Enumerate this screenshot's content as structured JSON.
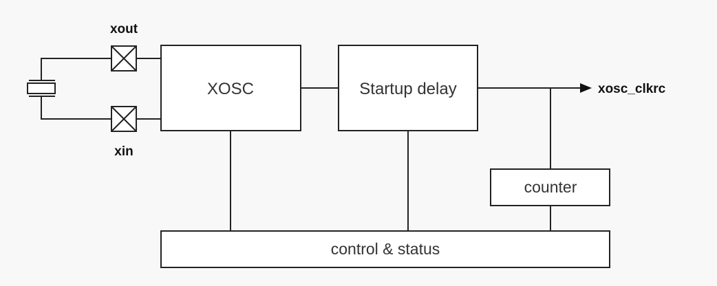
{
  "blocks": {
    "xosc": "XOSC",
    "startup_delay": "Startup delay",
    "counter": "counter",
    "control_status": "control & status"
  },
  "pins": {
    "xout": "xout",
    "xin": "xin"
  },
  "output": {
    "label": "xosc_clkrc"
  },
  "colors": {
    "background": "#f8f8f8",
    "line": "#222222",
    "box_fill": "#ffffff"
  }
}
